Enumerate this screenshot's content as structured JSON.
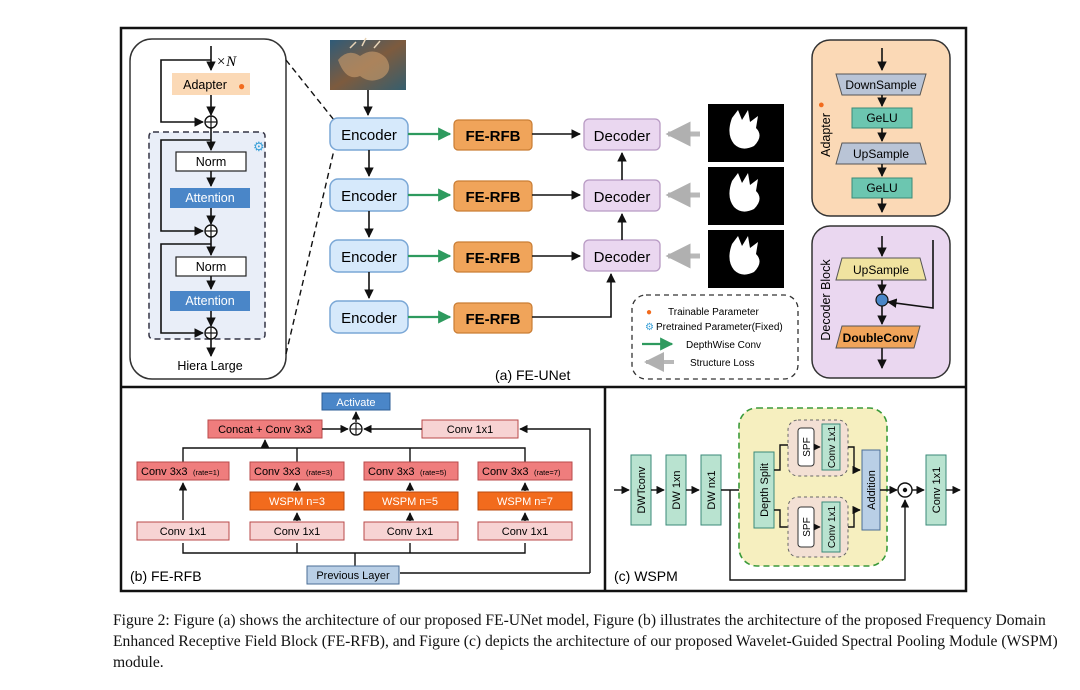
{
  "panel_a": {
    "title": "(a) FE-UNet",
    "hiera": {
      "repeat": "×N",
      "adapter": "Adapter",
      "norm": "Norm",
      "attention": "Attention",
      "footer": "Hiera Large"
    },
    "encoder": "Encoder",
    "fe_rfb": "FE-RFB",
    "decoder": "Decoder",
    "adapter_block": {
      "title": "Adapter",
      "downsample": "DownSample",
      "gelu": "GeLU",
      "upsample": "UpSample"
    },
    "decoder_block": {
      "title": "Decoder Block",
      "upsample": "UpSample",
      "doubleconv": "DoubleConv"
    },
    "legend": {
      "trainable": "Trainable Parameter",
      "pretrained": "Pretrained Parameter(Fixed)",
      "depthwise": "DepthWise Conv",
      "structure_loss": "Structure Loss"
    }
  },
  "panel_b": {
    "title": "(b) FE-RFB",
    "activate": "Activate",
    "concat": "Concat + Conv 3x3",
    "conv1x1": "Conv 1x1",
    "conv3x3": "Conv 3x3",
    "rates": [
      "(rate=1)",
      "(rate=3)",
      "(rate=5)",
      "(rate=7)"
    ],
    "wspm": [
      "WSPM  n=3",
      "WSPM  n=5",
      "WSPM  n=7"
    ],
    "previous_layer": "Previous Layer"
  },
  "panel_c": {
    "title": "(c) WSPM",
    "dwtconv": "DWTconv",
    "dw_1xn": "DW 1xn",
    "dw_nx1": "DW nx1",
    "depth_split": "Depth Split",
    "spf": "SPF",
    "conv1x1": "Conv 1x1",
    "addition": "Addition"
  },
  "caption": "Figure 2: Figure (a) shows the architecture of our proposed FE-UNet model, Figure (b) illustrates the architecture of the proposed Frequency Domain Enhanced Receptive Field Block (FE-RFB), and Figure (c) depicts the architecture of our proposed Wavelet-Guided Spectral Pooling Module (WSPM) module.",
  "colors": {
    "encoder": "#d6e9fb",
    "fe_rfb": "#f0a45a",
    "decoder": "#ead7f0",
    "adapter_bg": "#fbd9b6",
    "teal": "#6cc6b0",
    "gray_block": "#b9c4d6",
    "attention": "#4a86c8",
    "conv_pink": "#f7d3d3",
    "conv_red": "#ef7d7d",
    "wspm_orange": "#f26b1d",
    "activate_blue": "#4a86c8",
    "wspm_yellow": "#f6efbf",
    "green_arrow": "#2e9a5e"
  }
}
